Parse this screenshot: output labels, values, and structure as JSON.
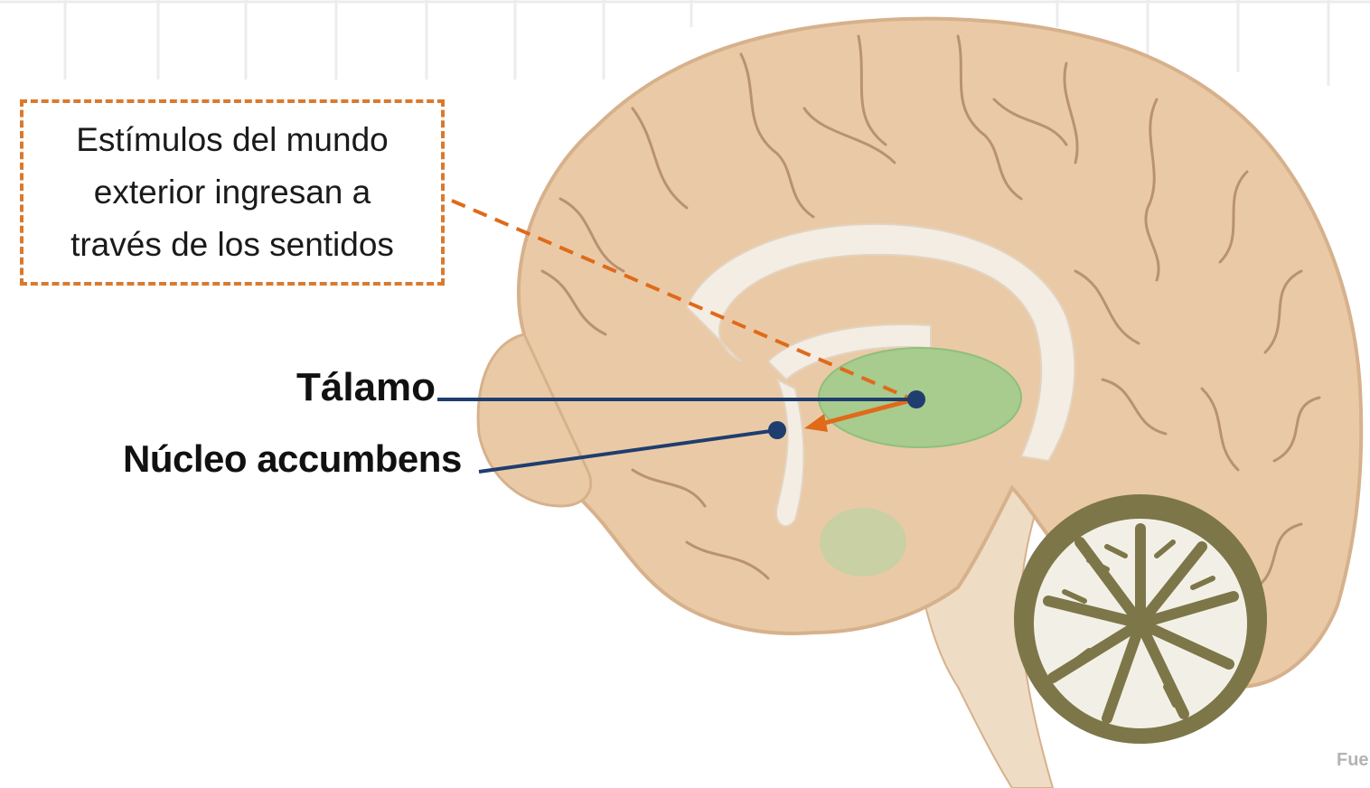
{
  "callout": {
    "lines": [
      "Estímulos del mundo",
      "exterior ingresan a",
      "través de los sentidos"
    ]
  },
  "labels": {
    "talamo": "Tálamo",
    "nucleo_accumbens": "Núcleo accumbens"
  },
  "source_text": "Fue",
  "colors": {
    "brain": "#eacaa6",
    "brain_outline": "#d6b18c",
    "white_matter": "#f4ede4",
    "thalamus": "#9ccb8a",
    "cerebellum": "#7d7649",
    "leader_line": "#1f3d6e",
    "signal_arrow": "#e06a1a",
    "callout_border": "#d97a2e"
  }
}
